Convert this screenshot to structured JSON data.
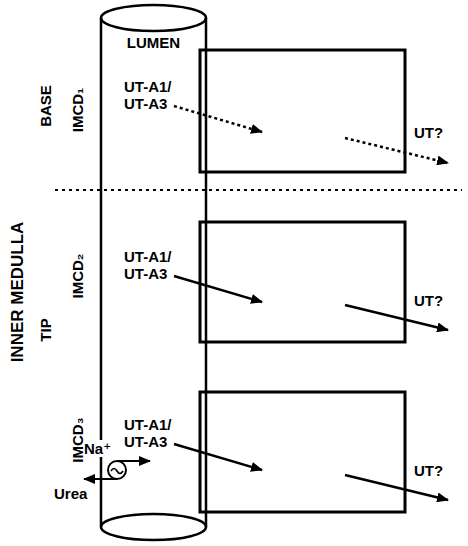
{
  "diagram": {
    "nodes": [
      {
        "text": [
          "LUMEN"
        ]
      }
    ],
    "labels": [
      "INNER MEDULLA",
      "BASE",
      "TIP",
      "IMCD₁",
      "IMCD₂",
      "IMCD₃",
      "UT-A1/ UT-A3",
      "UT?",
      "UT-A1/ UT-A3",
      "UT?",
      "UT-A1/ UT-A3",
      "UT?",
      "Na⁺",
      "Urea"
    ]
  }
}
